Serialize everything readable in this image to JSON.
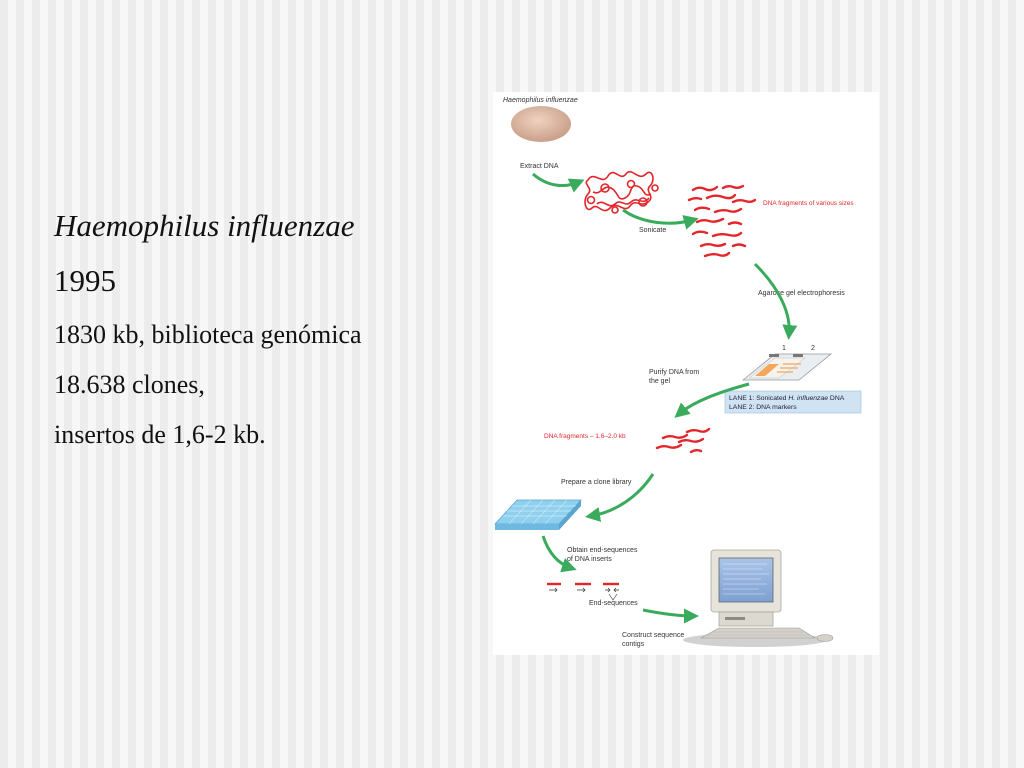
{
  "slide": {
    "title": "Haemophilus influenzae",
    "year": "1995",
    "line1": "1830 kb, biblioteca genómica",
    "line2": "18.638 clones,",
    "line3": "insertos de 1,6-2 kb."
  },
  "figure": {
    "organism_label": "Haemophilus influenzae",
    "step_extract": "Extract DNA",
    "step_sonicate": "Sonicate",
    "fragments_label": "DNA fragments of various sizes",
    "step_electrophoresis": "Agarose gel electrophoresis",
    "lane_numbers": [
      "1",
      "2"
    ],
    "step_purify_line1": "Purify DNA from",
    "step_purify_line2": "the gel",
    "legend_lane1_prefix": "LANE 1: Sonicated ",
    "legend_lane1_species": "H. influenzae",
    "legend_lane1_suffix": " DNA",
    "legend_lane2": "LANE 2: DNA markers",
    "fragments_size_label": "DNA fragments – 1.6–2.0 kb",
    "step_library": "Prepare a clone library",
    "step_endseq_line1": "Obtain end-sequences",
    "step_endseq_line2": "of DNA inserts",
    "end_sequences_label": "End-sequences",
    "step_contigs_line1": "Construct sequence",
    "step_contigs_line2": "contigs"
  },
  "colors": {
    "dna_red": "#e3262b",
    "arrow_green": "#3aaa5c",
    "cell_tan": "#d9b6a0",
    "plate_blue": "#8fd0ef",
    "legend_blue": "#cfe3f2"
  }
}
